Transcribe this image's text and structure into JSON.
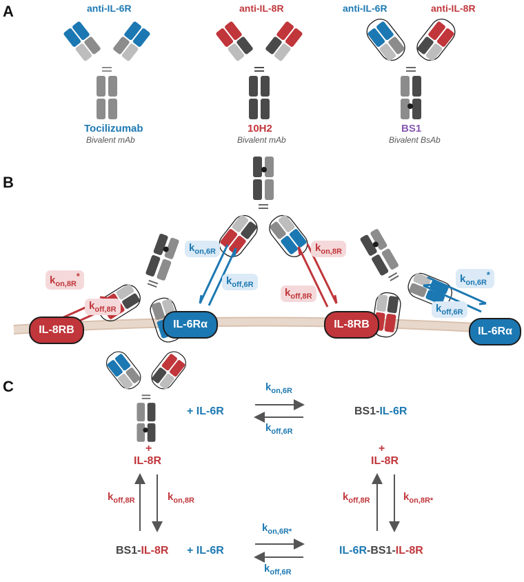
{
  "panels": {
    "a": "A",
    "b": "B",
    "c": "C"
  },
  "panel_a": {
    "toci": {
      "top": "anti-IL-6R",
      "name": "Tocilizumab",
      "desc": "Bivalent mAb"
    },
    "h2": {
      "top": "anti-IL-8R",
      "name": "10H2",
      "desc": "Bivalent mAb"
    },
    "bs1": {
      "top_left": "anti-IL-6R",
      "top_right": "anti-IL-8R",
      "name": "BS1",
      "desc": "Bivalent BsAb"
    }
  },
  "panel_b": {
    "receptors": {
      "il8rb_left": "IL-8RB",
      "il6ra_mid": "IL-6Rα",
      "il8rb_mid": "IL-8RB",
      "il6ra_right": "IL-6Rα"
    },
    "rates": {
      "kon8_star": {
        "k": "k",
        "sub": "on,8R",
        "sup": "*"
      },
      "koff8_left": {
        "k": "k",
        "sub": "off,8R"
      },
      "kon6_mid": {
        "k": "k",
        "sub": "on,6R"
      },
      "koff6_mid": {
        "k": "k",
        "sub": "off,6R"
      },
      "kon8_mid": {
        "k": "k",
        "sub": "on,8R"
      },
      "koff8_mid": {
        "k": "k",
        "sub": "off,8R"
      },
      "kon6_star": {
        "k": "k",
        "sub": "on,6R",
        "sup": "*"
      },
      "koff6_right": {
        "k": "k",
        "sub": "off,6R"
      }
    }
  },
  "panel_c": {
    "plus_il6r": "+ IL-6R",
    "plus": "+",
    "il8r": "IL-8R",
    "bs1": "BS1",
    "dash": "-",
    "il6r": "IL-6R",
    "il8r_label": "IL-8R",
    "il6r_label": "IL-6R",
    "rates": {
      "kon6_top": {
        "k": "k",
        "sub": "on,6R"
      },
      "koff6_top": {
        "k": "k",
        "sub": "off,6R"
      },
      "koff8_left": {
        "k": "k",
        "sub": "off,8R"
      },
      "kon8_left": {
        "k": "k",
        "sub": "on,8R"
      },
      "koff8_right": {
        "k": "k",
        "sub": "off,8R"
      },
      "kon8_right": {
        "k": "k",
        "sub": "on,8R*"
      },
      "kon6_bottom": {
        "k": "k",
        "sub": "on,6R*"
      },
      "koff6_bottom": {
        "k": "k",
        "sub": "off,6R"
      }
    }
  },
  "colors": {
    "blue": "#1c78b2",
    "red": "#c0363b",
    "purple": "#8758b3",
    "light_gray": "#bdbdbd",
    "mid_gray": "#8c8c8c",
    "dark_gray": "#4a4a4a"
  }
}
